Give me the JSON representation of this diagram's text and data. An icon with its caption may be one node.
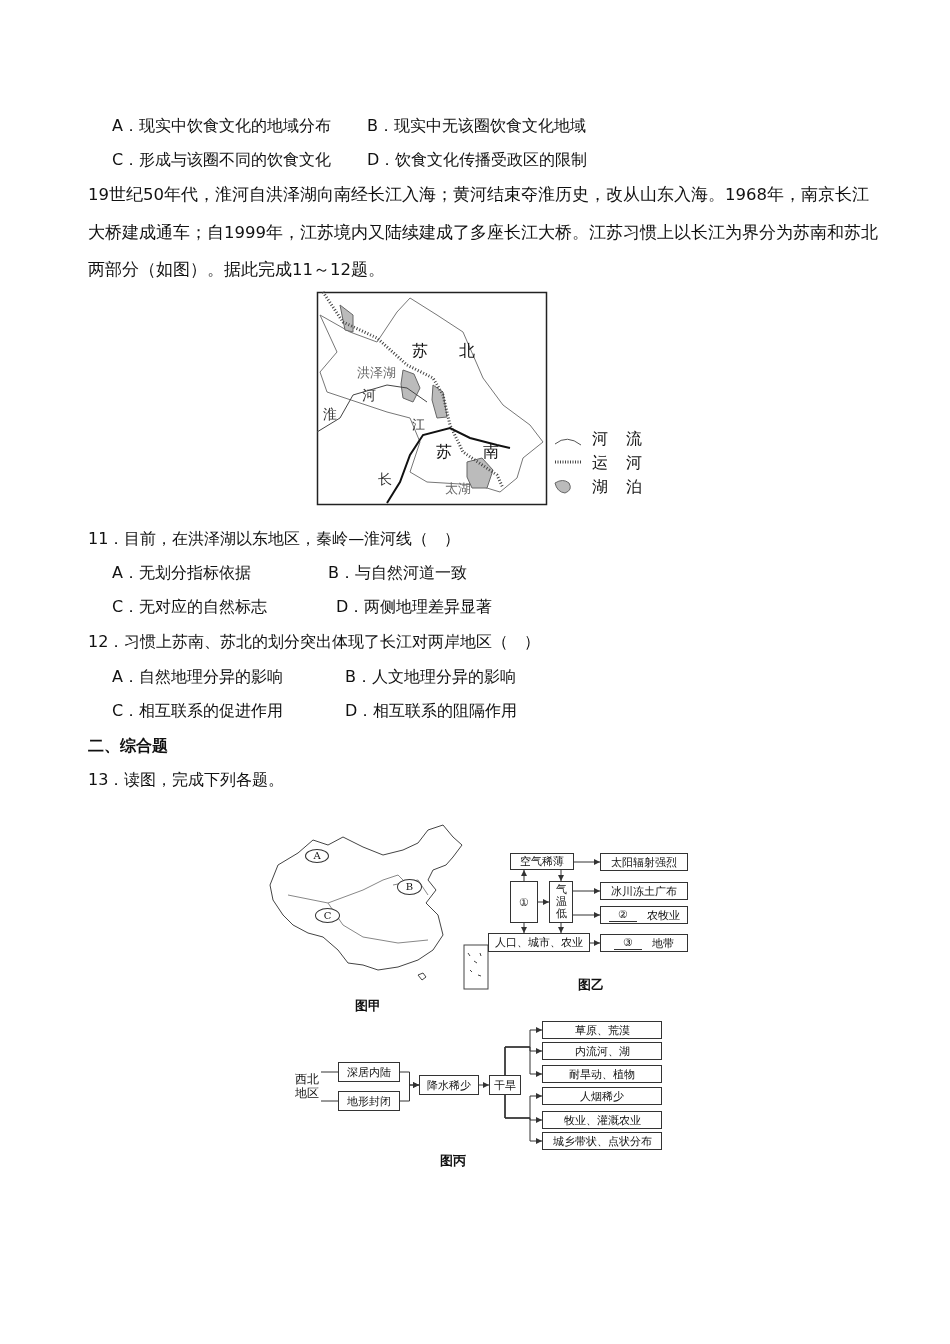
{
  "diagram": {
    "nodes": [
      {
        "text": [
          "A"
        ]
      },
      {
        "text": [
          "B"
        ]
      },
      {
        "text": [
          "C"
        ]
      },
      {
        "text": [
          "空气稀薄"
        ]
      },
      {
        "text": [
          "太阳辐射强烈"
        ]
      },
      {
        "text": [
          "①"
        ]
      },
      {
        "text": [
          "气温低"
        ]
      },
      {
        "text": [
          "冰川冻土广布"
        ]
      },
      {
        "text": [
          "②",
          "农牧业"
        ]
      },
      {
        "text": [
          "人口、城市、农业"
        ]
      },
      {
        "text": [
          "③",
          "地带"
        ]
      },
      {
        "text": [
          "西北地区"
        ]
      },
      {
        "text": [
          "深居内陆"
        ]
      },
      {
        "text": [
          "地形封闭"
        ]
      },
      {
        "text": [
          "降水稀少"
        ]
      },
      {
        "text": [
          "干旱"
        ]
      },
      {
        "text": [
          "草原、荒漠"
        ]
      },
      {
        "text": [
          "内流河、湖"
        ]
      },
      {
        "text": [
          "耐旱动、植物"
        ]
      },
      {
        "text": [
          "人烟稀少"
        ]
      },
      {
        "text": [
          "牧业、灌溉农业"
        ]
      },
      {
        "text": [
          "城乡带状、点状分布"
        ]
      }
    ],
    "edges": [
      {
        "from": 3,
        "to": 4,
        "arrow": "to"
      },
      {
        "from": 5,
        "to": 3,
        "arrow": "to"
      },
      {
        "from": 3,
        "to": 6,
        "arrow": "to"
      },
      {
        "from": 5,
        "to": 6,
        "arrow": "to"
      },
      {
        "from": 6,
        "to": 7,
        "arrow": "to"
      },
      {
        "from": 6,
        "to": 8,
        "arrow": "to"
      },
      {
        "from": 5,
        "to": 9,
        "arrow": "to"
      },
      {
        "from": 6,
        "to": 9,
        "arrow": "to"
      },
      {
        "from": 9,
        "to": 10,
        "arrow": "to"
      },
      {
        "from": 11,
        "to": 12,
        "arrow": "none"
      },
      {
        "from": 11,
        "to": 13,
        "arrow": "none"
      },
      {
        "from": 12,
        "to": 14,
        "arrow": "to"
      },
      {
        "from": 13,
        "to": 14,
        "arrow": "to"
      },
      {
        "from": 14,
        "to": 15,
        "arrow": "to"
      },
      {
        "from": 15,
        "to": 16,
        "arrow": "to"
      },
      {
        "from": 15,
        "to": 17,
        "arrow": "to"
      },
      {
        "from": 15,
        "to": 18,
        "arrow": "to"
      },
      {
        "from": 15,
        "to": 19,
        "arrow": "to"
      },
      {
        "from": 15,
        "to": 20,
        "arrow": "to"
      },
      {
        "from": 15,
        "to": 21,
        "arrow": "to"
      }
    ],
    "labels": [
      "A．现实中饮食文化的地域分布",
      "B．现实中无该圈饮食文化地域",
      "C．形成与该圈不同的饮食文化",
      "D．饮食文化传播受政区的限制",
      "19世纪50年代，淮河自洪泽湖向南经长江入海；黄河结束夺淮历史，改从山东入海。1968年，南京长江大桥建成通车；自1999年，江苏境内又陆续建成了多座长江大桥。江苏习惯上以长江为界分为苏南和苏北两部分（如图）。据此完成11～12题。",
      "苏北",
      "洪泽湖",
      "河",
      "淮",
      "江",
      "苏南",
      "长",
      "太湖",
      "11．目前，在洪泽湖以东地区，秦岭—淮河线（　）",
      "A．无划分指标依据",
      "B．与自然河道一致",
      "C．无对应的自然标志",
      "D．两侧地理差异显著",
      "12．习惯上苏南、苏北的划分突出体现了长江对两岸地区（　）",
      "A．自然地理分异的影响",
      "B．人文地理分异的影响",
      "C．相互联系的促进作用",
      "D．相互联系的阻隔作用",
      "二、综合题",
      "13．读图，完成下列各题。",
      "图乙",
      "图甲",
      "图丙"
    ],
    "legend": [
      {
        "text": "河流"
      },
      {
        "text": "运河"
      },
      {
        "text": "湖泊"
      }
    ]
  }
}
